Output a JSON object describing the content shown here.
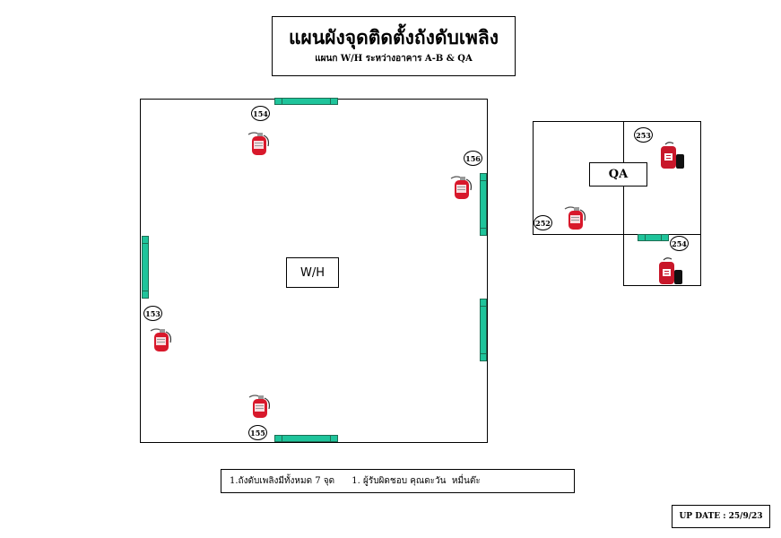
{
  "title": {
    "main": "แผนผังจุดติดตั้งถังดับเพลิง",
    "sub": "แผนก  W/H ระหว่างอาคาร A-B & QA"
  },
  "rooms": {
    "wh_label": "W/H",
    "qa_label": "QA"
  },
  "markers": {
    "m154": "154",
    "m156": "156",
    "m153": "153",
    "m155": "155",
    "m253": "253",
    "m252": "252",
    "m254": "254"
  },
  "note": {
    "item1": "1.ถังดับเพลิงมีทั้งหมด 7 จุด",
    "item2": "1. ผู้รับผิดชอบ คุณดะวัน  หมื่นต๊ะ"
  },
  "update": "UP DATE :  25/9/23",
  "colors": {
    "door": "#1fc49b",
    "extinguisher": "#d8182b"
  },
  "icons": {
    "extinguisher": "fire-extinguisher-icon",
    "extinguisher_alt": "fire-extinguisher-cabinet-icon"
  }
}
